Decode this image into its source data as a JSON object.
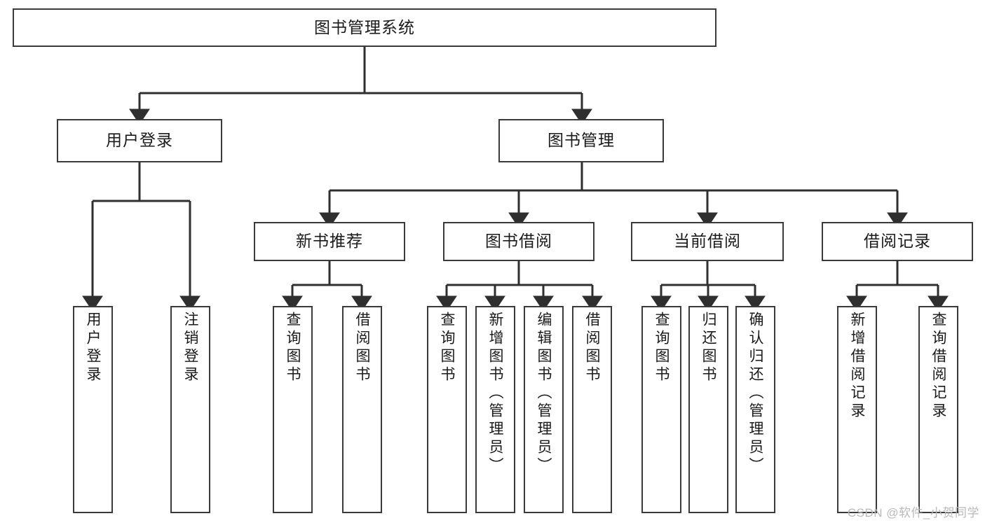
{
  "diagram": {
    "title": "图书管理系统",
    "type": "tree-hierarchy",
    "colors": {
      "box_border": "#3a3a3a",
      "box_fill": "#ffffff",
      "connector": "#2f2f2f",
      "text": "#1a1a1a",
      "watermark": "#b9b9b9"
    }
  },
  "root": {
    "label": "图书管理系统"
  },
  "level2": [
    {
      "label": "用户登录"
    },
    {
      "label": "图书管理"
    }
  ],
  "level3": [
    {
      "label": "新书推荐"
    },
    {
      "label": "图书借阅"
    },
    {
      "label": "当前借阅"
    },
    {
      "label": "借阅记录"
    }
  ],
  "leaves": {
    "user_login": [
      {
        "label": "用户登录"
      },
      {
        "label": "注销登录"
      }
    ],
    "new_book": [
      {
        "label": "查询图书"
      },
      {
        "label": "借阅图书"
      }
    ],
    "book_borrow": [
      {
        "label": "查询图书"
      },
      {
        "label": "新增图书（管理员）"
      },
      {
        "label": "编辑图书（管理员）"
      },
      {
        "label": "借阅图书"
      }
    ],
    "current_borrow": [
      {
        "label": "查询图书"
      },
      {
        "label": "归还图书"
      },
      {
        "label": "确认归还（管理员）"
      }
    ],
    "borrow_record": [
      {
        "label": "新增借阅记录"
      },
      {
        "label": "查询借阅记录"
      }
    ]
  },
  "watermark": {
    "text": "CSDN @软件_小贺同学"
  }
}
